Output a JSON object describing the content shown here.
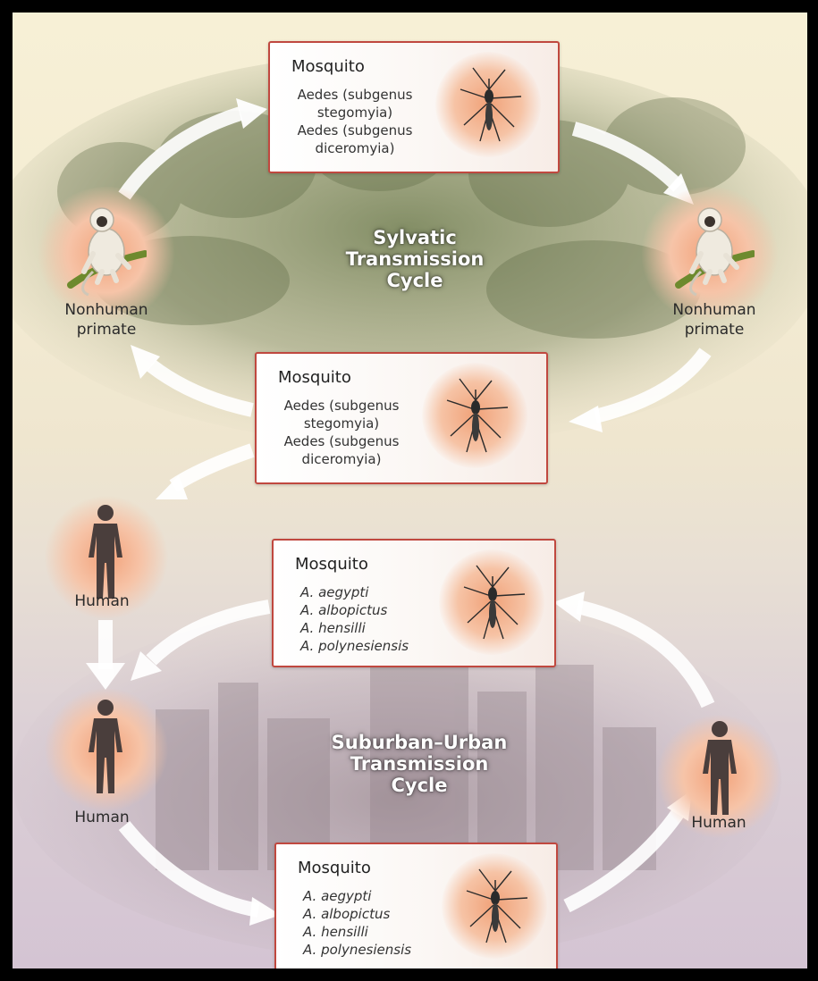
{
  "cycles": {
    "sylvatic_title": [
      "Sylvatic",
      "Transmission",
      "Cycle"
    ],
    "urban_title": [
      "Suburban–Urban",
      "Transmission",
      "Cycle"
    ]
  },
  "hosts": {
    "primate_left": [
      "Nonhuman",
      "primate"
    ],
    "primate_right": [
      "Nonhuman",
      "primate"
    ],
    "human_middle": "Human",
    "human_left": "Human",
    "human_right": "Human"
  },
  "mosquito_boxes": [
    {
      "title": "Mosquito",
      "species": [
        "Aedes (subgenus",
        "stegomyia)",
        "Aedes (subgenus",
        "diceromyia)"
      ]
    },
    {
      "title": "Mosquito",
      "species": [
        "Aedes (subgenus",
        "stegomyia)",
        "Aedes (subgenus",
        "diceromyia)"
      ]
    },
    {
      "title": "Mosquito",
      "species": [
        "A. aegypti",
        "A. albopictus",
        "A. hensilli",
        "A. polynesiensis"
      ]
    },
    {
      "title": "Mosquito",
      "species": [
        "A. aegypti",
        "A. albopictus",
        "A. hensilli",
        "A. polynesiensis"
      ]
    }
  ],
  "colors": {
    "box_border": "#c0483f",
    "halo": "#f3a27a",
    "human_silhouette": "#4a3e3c",
    "arrow": "#ffffff"
  }
}
